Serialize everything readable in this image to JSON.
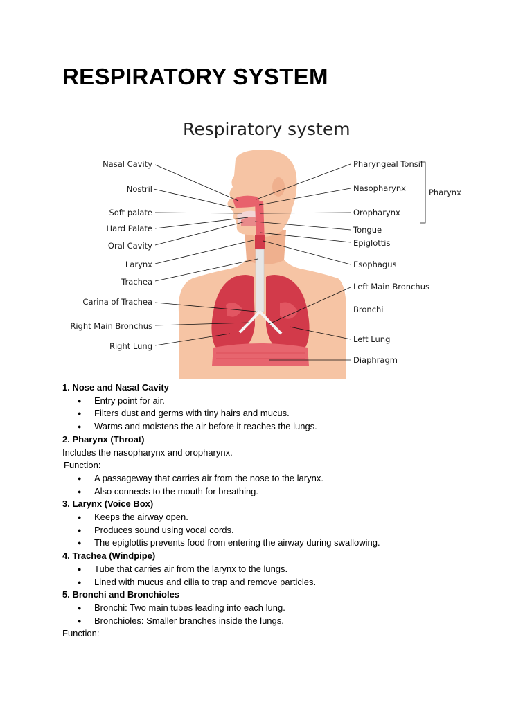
{
  "document": {
    "title": "RESPIRATORY SYSTEM"
  },
  "figure": {
    "title": "Respiratory system",
    "left_labels": [
      "Nasal Cavity",
      "Nostril",
      "Soft palate",
      "Hard Palate",
      "Oral Cavity",
      "Larynx",
      "Trachea",
      "Carina of Trachea",
      "Right Main Bronchus",
      "Right Lung"
    ],
    "right_labels": [
      "Pharyngeal Tonsil",
      "Nasopharynx",
      "Oropharynx",
      "Tongue",
      "Epiglottis",
      "Esophagus",
      "Left Main Bronchus",
      "Bronchi",
      "Left Lung",
      "Diaphragm"
    ],
    "group_label": "Pharynx",
    "colors": {
      "skin": "#f6c4a4",
      "skin_shadow": "#efb08e",
      "lung": "#d23a4a",
      "lung_light": "#e8626c",
      "airway": "#f0f0f0",
      "diaphragm": "#e7656e"
    }
  },
  "sections": [
    {
      "heading": "1. Nose and Nasal Cavity",
      "bullets": [
        "Entry point for air.",
        "Filters dust and germs with tiny hairs and mucus.",
        "Warms and moistens the air before it reaches the lungs."
      ]
    },
    {
      "heading": "2. Pharynx (Throat)",
      "text": "Includes the nasopharynx and oropharynx.",
      "function_label": "Function:",
      "bullets": [
        "A passageway that carries air from the nose to the larynx.",
        "Also connects to the mouth for breathing."
      ]
    },
    {
      "heading": "3. Larynx (Voice Box)",
      "bullets": [
        "Keeps the airway open.",
        "Produces sound using vocal cords.",
        "The epiglottis prevents food from entering the airway during swallowing."
      ]
    },
    {
      "heading": "4. Trachea (Windpipe)",
      "bullets": [
        "Tube that carries air from the larynx to the lungs.",
        "Lined with mucus and cilia to trap and remove particles."
      ]
    },
    {
      "heading": "5. Bronchi and Bronchioles",
      "bullets": [
        "Bronchi: Two main tubes leading into each lung.",
        "Bronchioles: Smaller branches inside the lungs."
      ]
    }
  ],
  "trailing_text": "Function:"
}
